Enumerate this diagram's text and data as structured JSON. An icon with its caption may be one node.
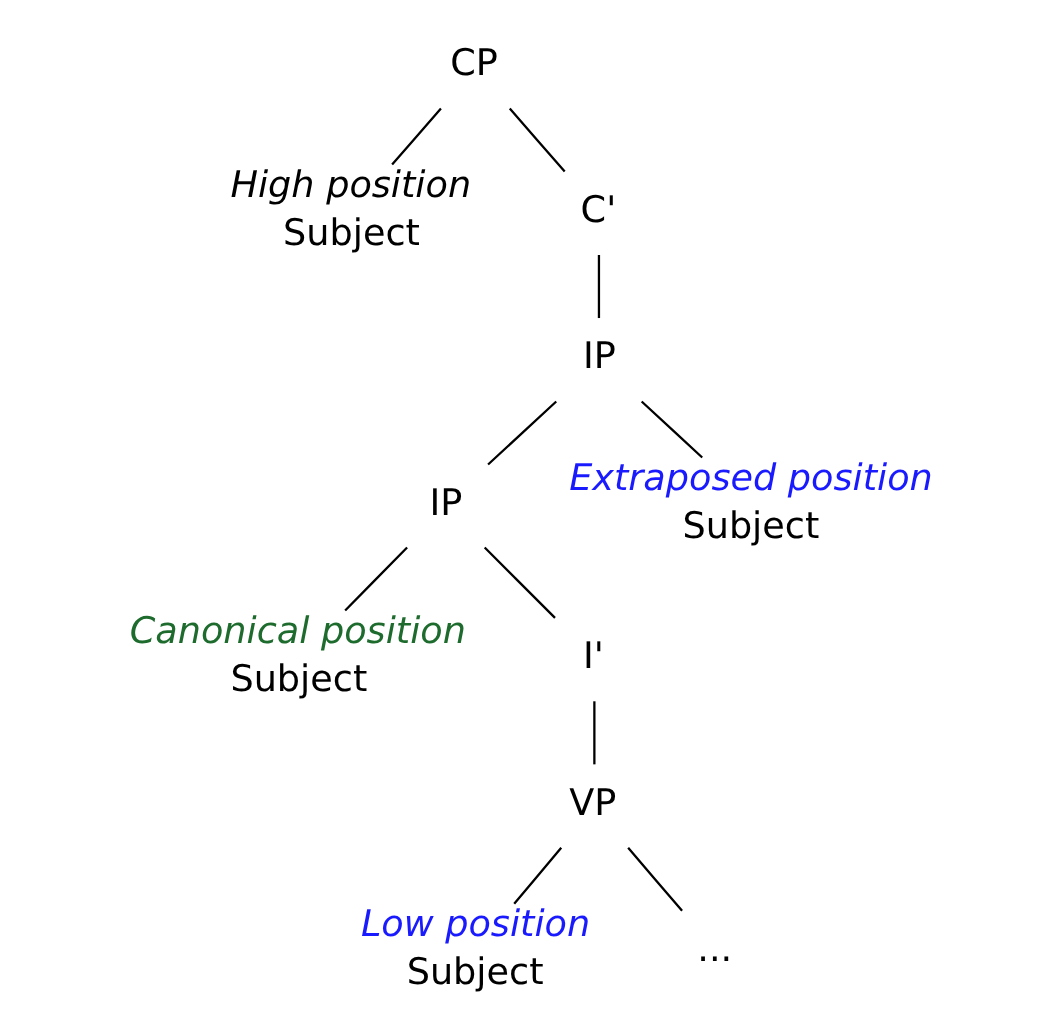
{
  "diagram": {
    "nodes": [
      {
        "text": [
          "CP"
        ]
      },
      {
        "text": [
          "High position",
          "Subject"
        ]
      },
      {
        "text": [
          "C'"
        ]
      },
      {
        "text": [
          "IP"
        ]
      },
      {
        "text": [
          "IP"
        ]
      },
      {
        "text": [
          "Extraposed position",
          "Subject"
        ]
      },
      {
        "text": [
          "Canonical position",
          "Subject"
        ]
      },
      {
        "text": [
          "I'"
        ]
      },
      {
        "text": [
          "VP"
        ]
      },
      {
        "text": [
          "Low position",
          "Subject"
        ]
      },
      {
        "text": [
          "..."
        ]
      }
    ],
    "edges": [
      {
        "from": 0,
        "to": 1,
        "arrow": "none"
      },
      {
        "from": 0,
        "to": 2,
        "arrow": "none"
      },
      {
        "from": 2,
        "to": 3,
        "arrow": "none"
      },
      {
        "from": 3,
        "to": 4,
        "arrow": "none"
      },
      {
        "from": 3,
        "to": 5,
        "arrow": "none"
      },
      {
        "from": 4,
        "to": 6,
        "arrow": "none"
      },
      {
        "from": 4,
        "to": 7,
        "arrow": "none"
      },
      {
        "from": 7,
        "to": 8,
        "arrow": "none"
      },
      {
        "from": 8,
        "to": 9,
        "arrow": "none"
      },
      {
        "from": 8,
        "to": 10,
        "arrow": "none"
      }
    ]
  }
}
